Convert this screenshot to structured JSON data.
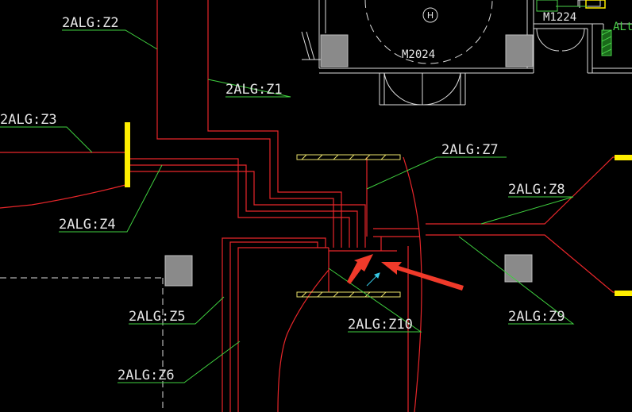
{
  "drawing": {
    "labels": {
      "z1": "2ALG:Z1",
      "z2": "2ALG:Z2",
      "z3": "2ALG:Z3",
      "z4": "2ALG:Z4",
      "z5": "2ALG:Z5",
      "z6": "2ALG:Z6",
      "z7": "2ALG:Z7",
      "z8": "2ALG:Z8",
      "z9": "2ALG:Z9",
      "z10": "2ALG:Z10"
    },
    "door_labels": {
      "main_door": "M2024",
      "side_door": "M1224"
    },
    "partial_label": "ALt",
    "hydrant_symbol": "H",
    "colors": {
      "background": "#000000",
      "cable_red": "#e8262a",
      "leader_green": "#3fcf3f",
      "wall_white": "#dcdcdc",
      "column_gray": "#8a8a8a",
      "tray_yellow": "#e8e06a",
      "panel_yellow": "#ffee00",
      "arrow_red": "#f03a2a",
      "cyan": "#37c9e6"
    }
  }
}
